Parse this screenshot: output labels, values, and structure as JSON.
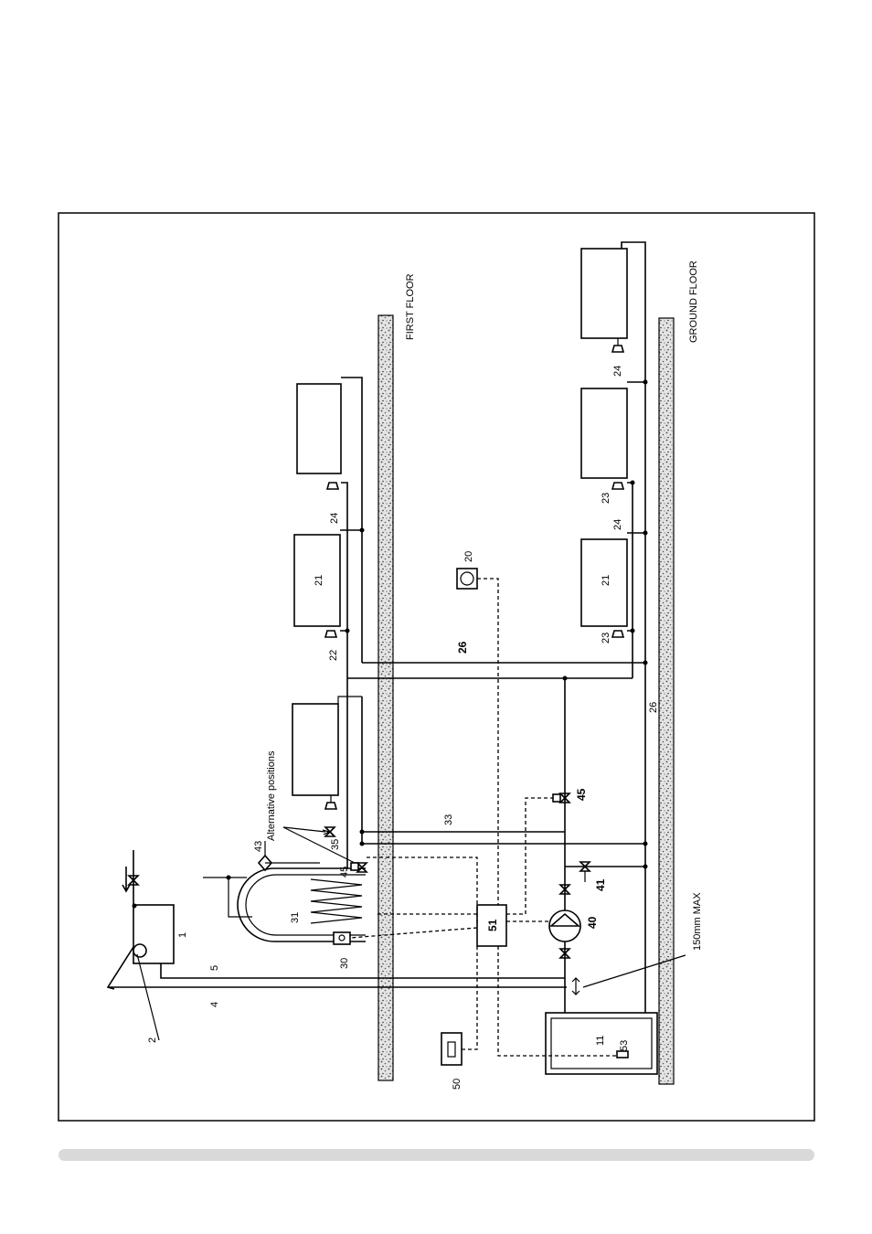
{
  "floor_labels": {
    "first": "FIRST FLOOR",
    "ground": "GROUND FLOOR"
  },
  "dimension_label": "150mm MAX",
  "alternative_label": "Alternative positions",
  "labels": {
    "n1": "1",
    "n2": "2",
    "n4": "4",
    "n5": "5",
    "n11": "11",
    "n20": "20",
    "n21a": "21",
    "n21b": "21",
    "n22": "22",
    "n23a": "23",
    "n23b": "23",
    "n24a": "24",
    "n24b": "24",
    "n24c": "24",
    "n26a": "26",
    "n26b": "26",
    "n30": "30",
    "n31": "31",
    "n33": "33",
    "n35": "35",
    "n40": "40",
    "n41": "41",
    "n43": "43",
    "n45a": "45",
    "n45b": "45",
    "n50": "50",
    "n51": "51",
    "n53": "53"
  }
}
